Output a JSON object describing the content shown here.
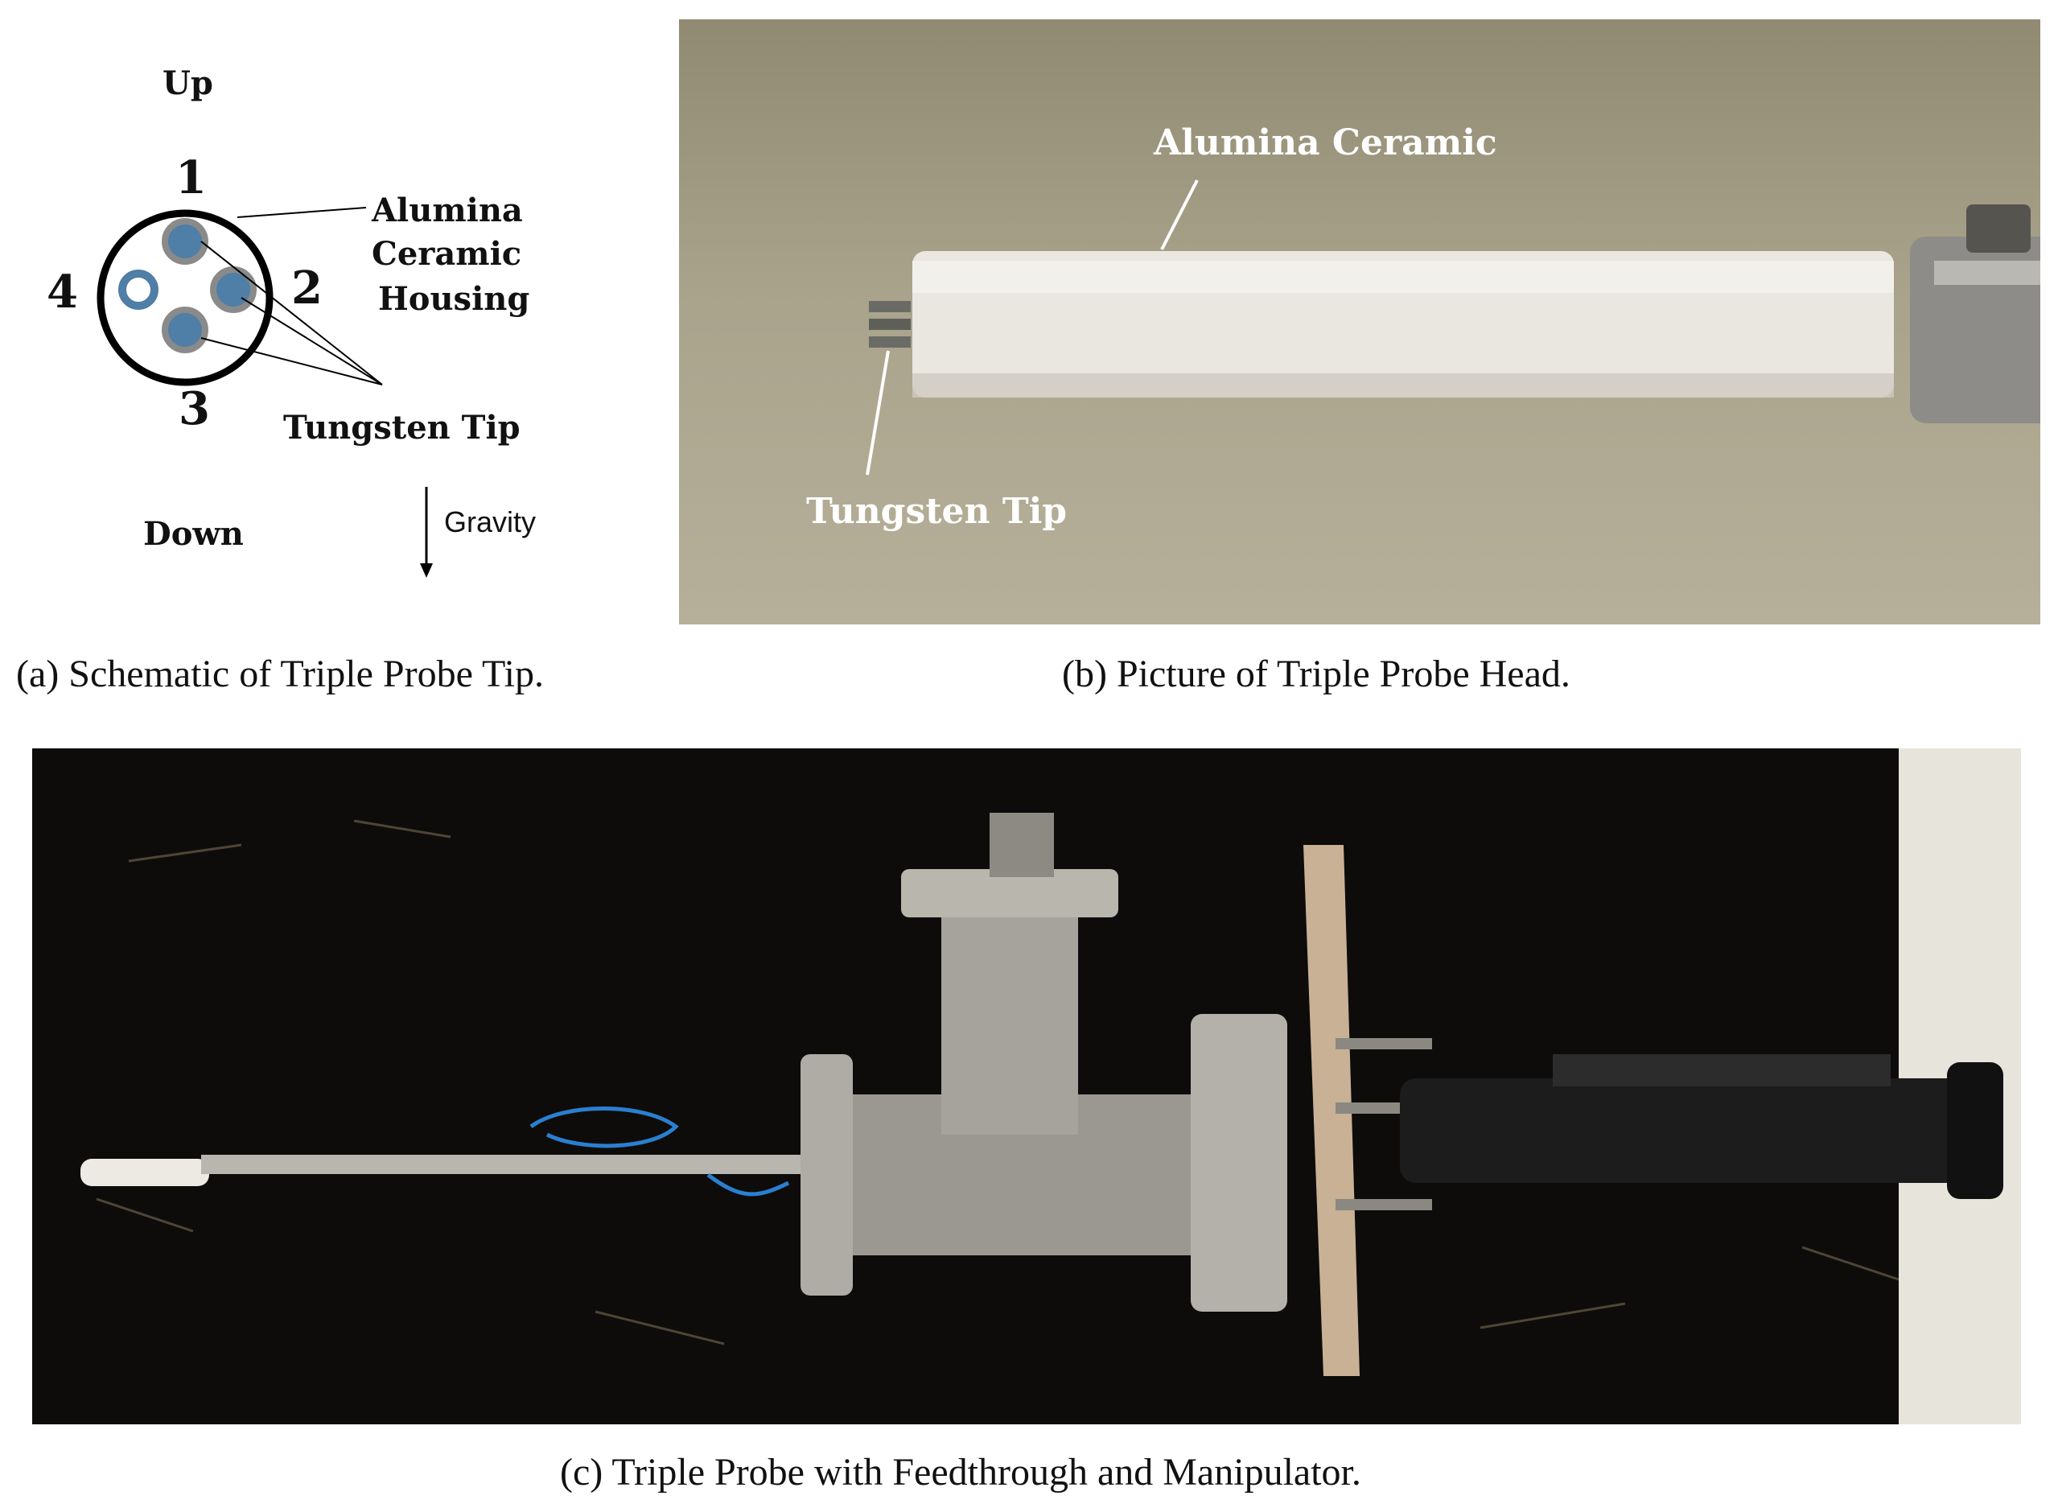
{
  "panel_a": {
    "up": "Up",
    "down": "Down",
    "gravity": "Gravity",
    "pin_labels": [
      "1",
      "2",
      "3",
      "4"
    ],
    "housing_label": [
      "Alumina",
      "Ceramic",
      "Housing"
    ],
    "tip_label": "Tungsten Tip",
    "caption": "(a)  Schematic of Triple Probe Tip."
  },
  "panel_b": {
    "ceramic_label": "Alumina Ceramic",
    "tip_label": "Tungsten Tip",
    "caption": "(b)  Picture of Triple Probe Head."
  },
  "panel_c": {
    "caption": "(c)  Triple Probe with Feedthrough and Manipulator."
  },
  "colors": {
    "pin_fill": "#4f7ea6",
    "pin_ring": "#8a8a8a",
    "ceramic": "#e9e7df",
    "background_photo_b": "#a9a38c",
    "table": "#0d0c0b",
    "steel": "#9a9890",
    "wire": "#2a7fd0"
  }
}
